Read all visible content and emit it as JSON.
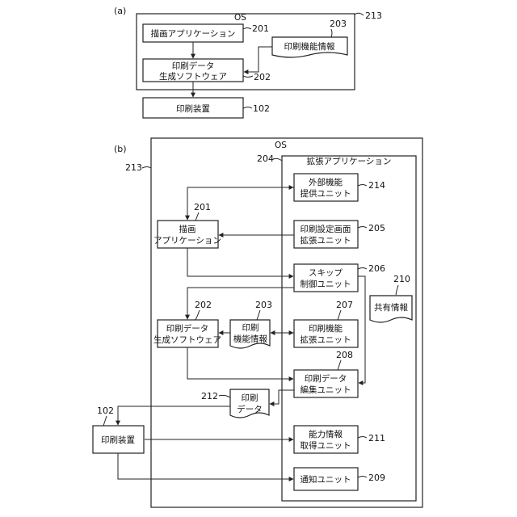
{
  "section_a": {
    "label": "(a)",
    "os_label": "OS",
    "os_ref": "213",
    "drawing_app": {
      "label": "描画アプリケーション",
      "ref": "201"
    },
    "print_data_gen": {
      "line1": "印刷データ",
      "line2": "生成ソフトウェア",
      "ref": "202"
    },
    "print_func_info": {
      "label": "印刷機能情報",
      "ref": "203"
    },
    "printer": {
      "label": "印刷装置",
      "ref": "102"
    }
  },
  "section_b": {
    "label": "(b)",
    "os_label": "OS",
    "os_ref": "213",
    "ext_app": {
      "label": "拡張アプリケーション",
      "ref": "204"
    },
    "ext_func": {
      "line1": "外部機能",
      "line2": "提供ユニット",
      "ref": "214"
    },
    "print_setting": {
      "line1": "印刷設定画面",
      "line2": "拡張ユニット",
      "ref": "205"
    },
    "skip_ctrl": {
      "line1": "スキップ",
      "line2": "制御ユニット",
      "ref": "206"
    },
    "shared_info": {
      "label": "共有情報",
      "ref": "210"
    },
    "drawing_app": {
      "line1": "描画",
      "line2": "アプリケーション",
      "ref": "201"
    },
    "print_data_gen": {
      "line1": "印刷データ",
      "line2": "生成ソフトウェア",
      "ref": "202"
    },
    "print_func_info": {
      "line1": "印刷",
      "line2": "機能情報",
      "ref": "203"
    },
    "print_func_ext": {
      "line1": "印刷機能",
      "line2": "拡張ユニット",
      "ref": "207"
    },
    "print_data_edit": {
      "line1": "印刷データ",
      "line2": "編集ユニット",
      "ref": "208"
    },
    "print_data": {
      "line1": "印刷",
      "line2": "データ",
      "ref": "212"
    },
    "capability": {
      "line1": "能力情報",
      "line2": "取得ユニット",
      "ref": "211"
    },
    "printer": {
      "label": "印刷装置",
      "ref": "102"
    },
    "notify": {
      "label": "通知ユニット",
      "ref": "209"
    }
  }
}
